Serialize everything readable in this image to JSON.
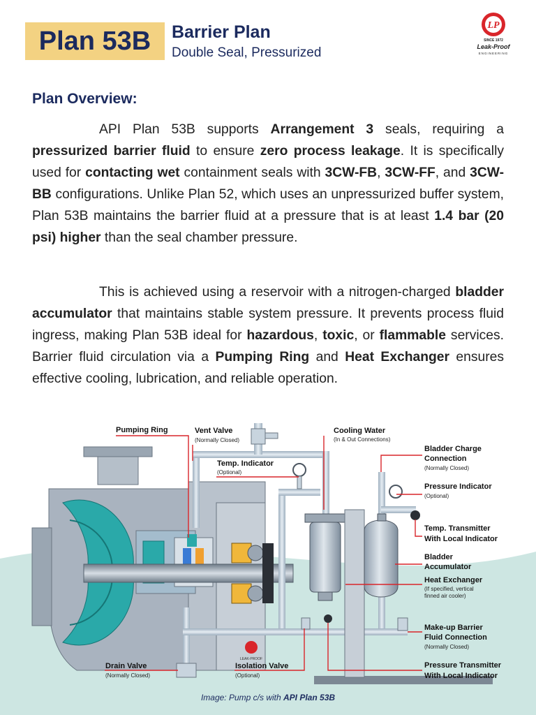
{
  "header": {
    "badge": "Plan 53B",
    "title": "Barrier Plan",
    "subtitle": "Double Seal, Pressurized"
  },
  "logo": {
    "mark": "LP",
    "since": "SINCE 1972",
    "brand": "Leak-Proof",
    "sub": "ENGINEERING"
  },
  "overview": {
    "heading": "Plan Overview:",
    "p1": [
      {
        "t": "API Plan 53B supports "
      },
      {
        "t": "Arrangement 3",
        "b": true
      },
      {
        "t": " seals, requiring a "
      },
      {
        "t": "pressurized barrier fluid",
        "b": true
      },
      {
        "t": " to ensure "
      },
      {
        "t": "zero process leakage",
        "b": true
      },
      {
        "t": ". It is specifically used for "
      },
      {
        "t": "contacting wet",
        "b": true
      },
      {
        "t": " containment seals with "
      },
      {
        "t": "3CW-FB",
        "b": true
      },
      {
        "t": ", "
      },
      {
        "t": "3CW-FF",
        "b": true
      },
      {
        "t": ", and "
      },
      {
        "t": "3CW-BB",
        "b": true
      },
      {
        "t": " configurations. Unlike Plan 52, which uses an unpressurized buffer system, Plan 53B maintains the barrier fluid at a pressure that is at least "
      },
      {
        "t": "1.4 bar (20 psi) higher",
        "b": true
      },
      {
        "t": " than the seal chamber pressure."
      }
    ],
    "p2": [
      {
        "t": "This is achieved using a reservoir with a nitrogen-charged "
      },
      {
        "t": "bladder accumulator",
        "b": true
      },
      {
        "t": " that maintains stable system pressure. It prevents process fluid ingress, making Plan 53B ideal for "
      },
      {
        "t": "hazardous",
        "b": true
      },
      {
        "t": ", "
      },
      {
        "t": "toxic",
        "b": true
      },
      {
        "t": ", or "
      },
      {
        "t": "flammable",
        "b": true
      },
      {
        "t": " services. Barrier fluid circulation via a "
      },
      {
        "t": "Pumping Ring",
        "b": true
      },
      {
        "t": " and "
      },
      {
        "t": "Heat Exchanger",
        "b": true
      },
      {
        "t": " ensures effective cooling, lubrication, and reliable operation."
      }
    ]
  },
  "labels": {
    "pumping_ring": "Pumping Ring",
    "vent_valve": "Vent Valve",
    "vent_valve_sub": "(Normally Closed)",
    "cooling_water": "Cooling Water",
    "cooling_water_sub": "(In & Out Connections)",
    "temp_indicator": "Temp. Indicator",
    "temp_indicator_sub": "(Optional)",
    "bladder_charge_1": "Bladder Charge",
    "bladder_charge_2": "Connection",
    "bladder_charge_sub": "(Normally Closed)",
    "pressure_indicator": "Pressure Indicator",
    "pressure_indicator_sub": "(Optional)",
    "temp_transmitter_1": "Temp. Transmitter",
    "temp_transmitter_2": "With Local Indicator",
    "bladder_1": "Bladder",
    "bladder_2": "Accumulator",
    "heat_exchanger": "Heat Exchanger",
    "heat_exchanger_sub1": "(If specified, vertical",
    "heat_exchanger_sub2": "finned air cooler)",
    "makeup_1": "Make-up Barrier",
    "makeup_2": "Fluid Connection",
    "makeup_sub": "(Normally Closed)",
    "drain_valve": "Drain Valve",
    "drain_valve_sub": "(Normally Closed)",
    "isolation_valve": "Isolation Valve",
    "isolation_valve_sub": "(Optional)",
    "pressure_transmitter_1": "Pressure Transmitter",
    "pressure_transmitter_2": "With Local Indicator",
    "pump_logo": "LEAK-PROOF"
  },
  "caption": {
    "prefix": "Image: Pump c/s with ",
    "bold": "API Plan 53B"
  },
  "colors": {
    "navy": "#1b2a5e",
    "badge": "#f3d282",
    "leader": "#d9252a",
    "wave": "#cde6e2",
    "casing": "#a9b3bf",
    "impeller": "#2aa9a9",
    "pipe": "#c8d4de"
  }
}
